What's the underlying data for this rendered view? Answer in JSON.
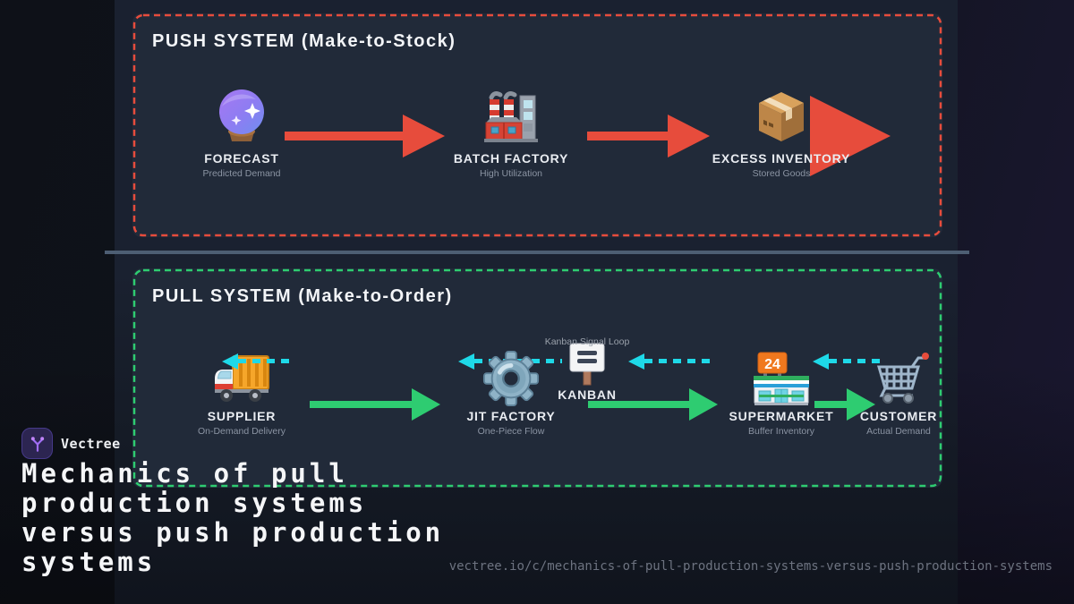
{
  "brand": {
    "name": "Vectree",
    "logo_icon": "branch-tree-icon",
    "accent_color": "#a06df5"
  },
  "footer": {
    "title_lines": [
      "Mechanics of pull",
      "production systems",
      "versus push production",
      "systems"
    ],
    "url": "vectree.io/c/mechanics-of-pull-production-systems-versus-push-production-systems"
  },
  "push_system": {
    "title": "PUSH SYSTEM (Make-to-Stock)",
    "border_color": "#e74c3c",
    "arrow_color": "#e74c3c",
    "nodes": [
      {
        "label": "FORECAST",
        "sublabel": "Predicted Demand",
        "icon": "crystal-ball-icon"
      },
      {
        "label": "BATCH FACTORY",
        "sublabel": "High Utilization",
        "icon": "factory-icon"
      },
      {
        "label": "EXCESS INVENTORY",
        "sublabel": "Stored Goods",
        "icon": "package-icon"
      }
    ]
  },
  "pull_system": {
    "title": "PULL SYSTEM (Make-to-Order)",
    "border_color": "#2ecc71",
    "material_arrow_color": "#2ecc71",
    "signal_arrow_color": "#1ed9e8",
    "signal_label": "Kanban Signal Loop",
    "store_sign": "24",
    "nodes": [
      {
        "label": "SUPPLIER",
        "sublabel": "On-Demand Delivery",
        "icon": "truck-icon"
      },
      {
        "label": "JIT FACTORY",
        "sublabel": "One-Piece Flow",
        "icon": "gear-icon"
      },
      {
        "label": "KANBAN",
        "sublabel": "",
        "icon": "kanban-sign-icon"
      },
      {
        "label": "SUPERMARKET",
        "sublabel": "Buffer Inventory",
        "icon": "store-icon"
      },
      {
        "label": "CUSTOMER",
        "sublabel": "Actual Demand",
        "icon": "cart-icon"
      }
    ]
  }
}
